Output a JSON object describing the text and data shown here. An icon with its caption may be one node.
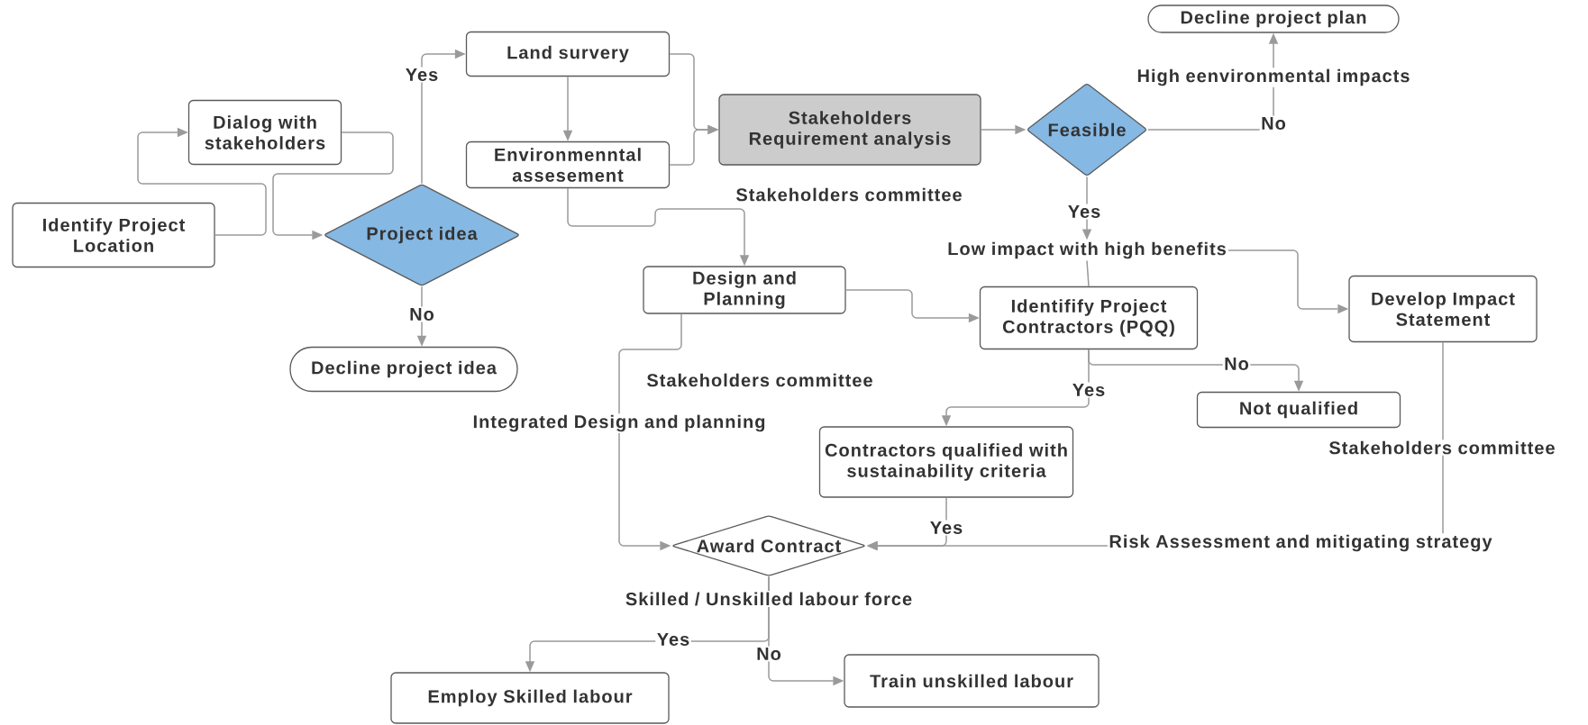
{
  "diagram": {
    "nodes": [
      {
        "text": [
          "Decline project plan"
        ]
      },
      {
        "text": [
          "Land survery"
        ]
      },
      {
        "text": [
          "Stakeholders Requirement analysis"
        ]
      },
      {
        "text": [
          "Dialog with stakeholders"
        ]
      },
      {
        "text": [
          "Feasible"
        ]
      },
      {
        "text": [
          "Environmenntal assesement"
        ]
      },
      {
        "text": [
          "Identify Project Location"
        ]
      },
      {
        "text": [
          "Project idea"
        ]
      },
      {
        "text": [
          "Low impact with high benefits"
        ]
      },
      {
        "text": [
          "Design and Planning"
        ]
      },
      {
        "text": [
          "Develop Impact Statement"
        ]
      },
      {
        "text": [
          "Identifify Project Contractors (PQQ)"
        ]
      },
      {
        "text": [
          "Decline project idea"
        ]
      },
      {
        "text": [
          "Not qualified"
        ]
      },
      {
        "text": [
          "Contractors qualified with sustainability criteria"
        ]
      },
      {
        "text": [
          "Award Contract"
        ]
      },
      {
        "text": [
          "Train unskilled labour"
        ]
      },
      {
        "text": [
          "Employ Skilled labour"
        ]
      }
    ],
    "edges": [
      {
        "from": 6,
        "to": 3,
        "arrow": "to"
      },
      {
        "from": 3,
        "to": 7,
        "arrow": "to"
      },
      {
        "from": 7,
        "to": 1,
        "arrow": "to",
        "label": "Yes"
      },
      {
        "from": 7,
        "to": 12,
        "arrow": "to",
        "label": "No"
      },
      {
        "from": 1,
        "to": 5,
        "arrow": "to"
      },
      {
        "from": 1,
        "to": 2,
        "arrow": "to"
      },
      {
        "from": 5,
        "to": 2,
        "arrow": "to"
      },
      {
        "from": 2,
        "to": 4,
        "arrow": "to"
      },
      {
        "from": 4,
        "to": 0,
        "arrow": "to",
        "label": "No"
      },
      {
        "from": 5,
        "to": 9,
        "arrow": "to",
        "label": "Stakeholders committee"
      },
      {
        "from": 4,
        "to": 8,
        "arrow": "to",
        "label": "Yes"
      },
      {
        "from": 8,
        "to": 11,
        "arrow": "none"
      },
      {
        "from": 8,
        "to": 10,
        "arrow": "to"
      },
      {
        "from": 9,
        "to": 11,
        "arrow": "to"
      },
      {
        "from": 9,
        "to": 15,
        "arrow": "to",
        "label": "Integrated Design and planning"
      },
      {
        "from": 11,
        "to": 13,
        "arrow": "to",
        "label": "No"
      },
      {
        "from": 11,
        "to": 14,
        "arrow": "to",
        "label": "Yes"
      },
      {
        "from": 14,
        "to": 15,
        "arrow": "to",
        "label": "Yes"
      },
      {
        "from": 10,
        "to": 15,
        "arrow": "to",
        "label": "Risk Assessment and mitigating strategy"
      },
      {
        "from": 15,
        "to": 17,
        "arrow": "to",
        "label": "Yes"
      },
      {
        "from": 15,
        "to": 16,
        "arrow": "to",
        "label": "No"
      }
    ],
    "labels": [
      "High eenvironmental impacts",
      "Stakeholders committee",
      "Stakeholders committee",
      "Skilled / Unskilled labour force"
    ]
  }
}
